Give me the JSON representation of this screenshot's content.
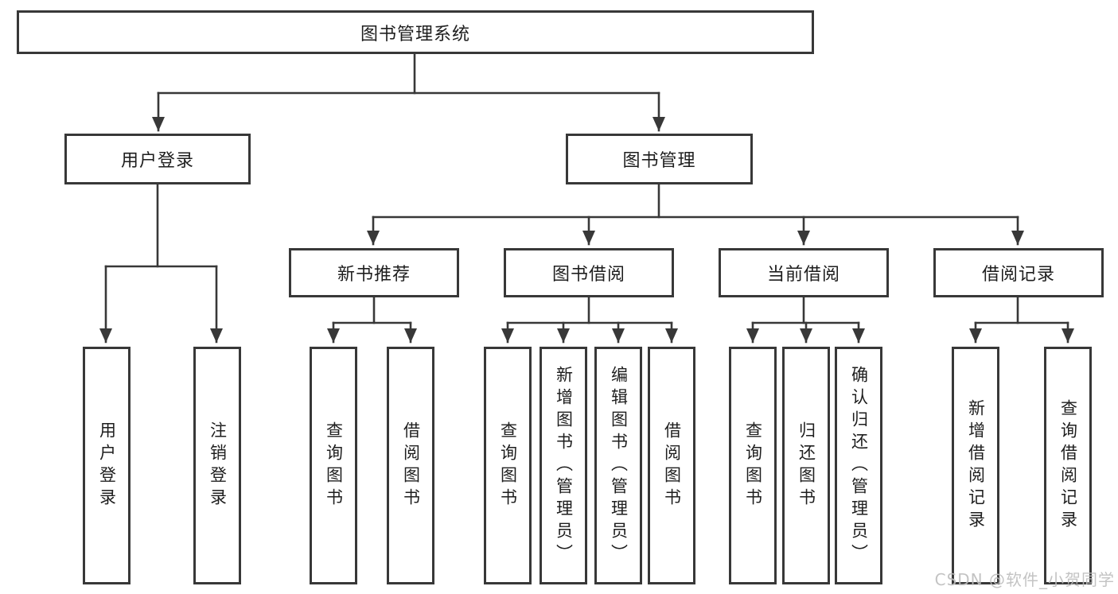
{
  "tree": {
    "label": "图书管理系统",
    "children": [
      {
        "label": "用户登录",
        "children": [
          {
            "label": "用户登录"
          },
          {
            "label": "注销登录"
          }
        ]
      },
      {
        "label": "图书管理",
        "children": [
          {
            "label": "新书推荐",
            "children": [
              {
                "label": "查询图书"
              },
              {
                "label": "借阅图书"
              }
            ]
          },
          {
            "label": "图书借阅",
            "children": [
              {
                "label": "查询图书"
              },
              {
                "label": "新增图书（管理员）"
              },
              {
                "label": "编辑图书（管理员）"
              },
              {
                "label": "借阅图书"
              }
            ]
          },
          {
            "label": "当前借阅",
            "children": [
              {
                "label": "查询图书"
              },
              {
                "label": "归还图书"
              },
              {
                "label": "确认归还（管理员）"
              }
            ]
          },
          {
            "label": "借阅记录",
            "children": [
              {
                "label": "新增借阅记录"
              },
              {
                "label": "查询借阅记录"
              }
            ]
          }
        ]
      }
    ]
  },
  "watermark": {
    "text": "CSDN @软件_小贺同学"
  },
  "colors": {
    "line": "#383838",
    "box_border": "#383838",
    "text": "#1e1e1e",
    "watermark": "#bdbdbd",
    "background": "#ffffff"
  }
}
